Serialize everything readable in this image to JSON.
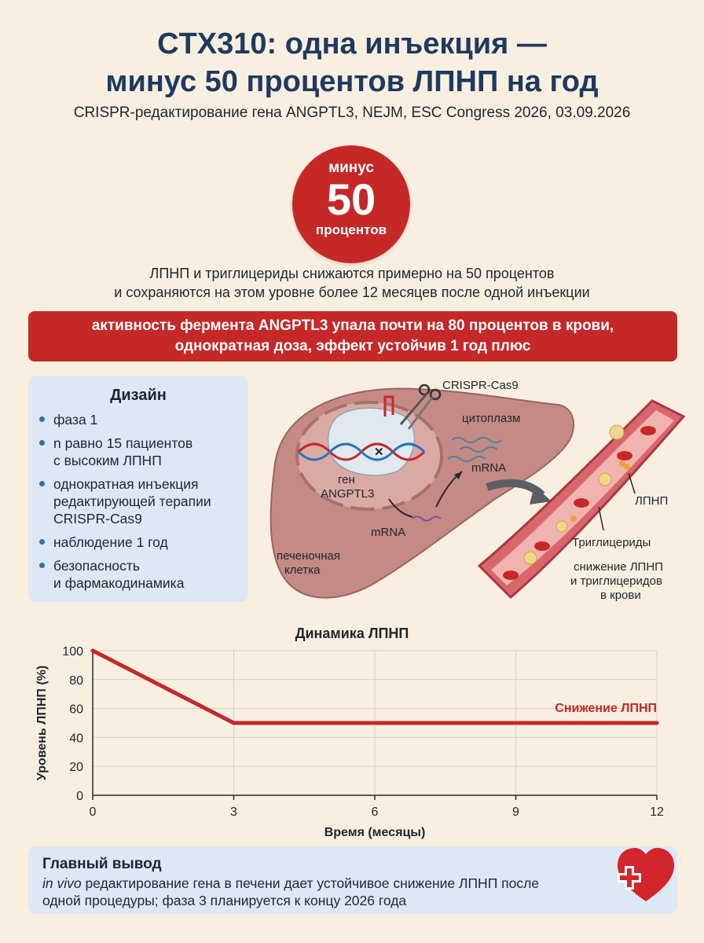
{
  "header": {
    "title_line1": "CTX310: одна инъекция —",
    "title_line2": "минус 50 процентов ЛПНП на год",
    "subtitle": "CRISPR-редактирование гена ANGPTL3, NEJM, ESC Congress 2026, 03.09.2026"
  },
  "badge": {
    "top": "минус",
    "value": "50",
    "bottom": "процентов"
  },
  "lead": {
    "line1": "ЛПНП и триглицериды снижаются примерно на 50 процентов",
    "line2": "и сохраняются на этом уровне более 12 месяцев после одной инъекции"
  },
  "banner": {
    "line1": "активность фермента ANGPTL3 упала почти на 80 процентов в крови,",
    "line2": "однократная доза, эффект устойчив 1 год плюс"
  },
  "design": {
    "title": "Дизайн",
    "items": [
      {
        "l1": "фаза 1",
        "l2": "",
        "l3": ""
      },
      {
        "l1": "n равно 15 пациентов",
        "l2": "с высоким ЛПНП",
        "l3": ""
      },
      {
        "l1": "однократная инъекция",
        "l2": "редактирующей терапии",
        "l3": "CRISPR-Cas9"
      },
      {
        "l1": "наблюдение 1 год",
        "l2": "",
        "l3": ""
      },
      {
        "l1": "безопасность",
        "l2": "и фармакодинамика",
        "l3": ""
      }
    ]
  },
  "illustration": {
    "crispr": "CRISPR-Cas9",
    "cytoplasm": "цитоплазм",
    "mrna_top": "mRNA",
    "gene_l1": "ген",
    "gene_l2": "ANGPTL3",
    "mrna_bottom": "mRNA",
    "liver_l1": "печеночная",
    "liver_l2": "клетка",
    "ldl": "ЛПНП",
    "tg": "Триглицериды",
    "reduction_l1": "снижение ЛПНП",
    "reduction_l2": "и триглицеридов",
    "reduction_l3": "в крови",
    "colors": {
      "liver": "#c48a84",
      "liver_inner": "#d9aaa3",
      "vessel": "#d8666a",
      "cell": "#c62828",
      "lipid": "#f1d68a",
      "dna_red": "#c62828",
      "dna_blue": "#2a73b8"
    }
  },
  "chart_data": {
    "type": "line",
    "title": "Динамика ЛПНП",
    "xlabel": "Время (месяцы)",
    "ylabel": "Уровень ЛПНП (%)",
    "xlim": [
      0,
      12
    ],
    "ylim": [
      0,
      100
    ],
    "xticks": [
      0,
      3,
      6,
      9,
      12
    ],
    "yticks": [
      0,
      20,
      40,
      60,
      80,
      100
    ],
    "grid": true,
    "series": [
      {
        "name": "Снижение ЛПНП",
        "color": "#c62828",
        "x": [
          0,
          3,
          12
        ],
        "y": [
          100,
          50,
          50
        ]
      }
    ]
  },
  "conclusion": {
    "title": "Главный вывод",
    "italic": "in vivo",
    "text1": " редактирование гена в печени дает устойчивое снижение ЛПНП после",
    "text2": "одной процедуры; фаза 3 планируется к концу 2026 года"
  }
}
